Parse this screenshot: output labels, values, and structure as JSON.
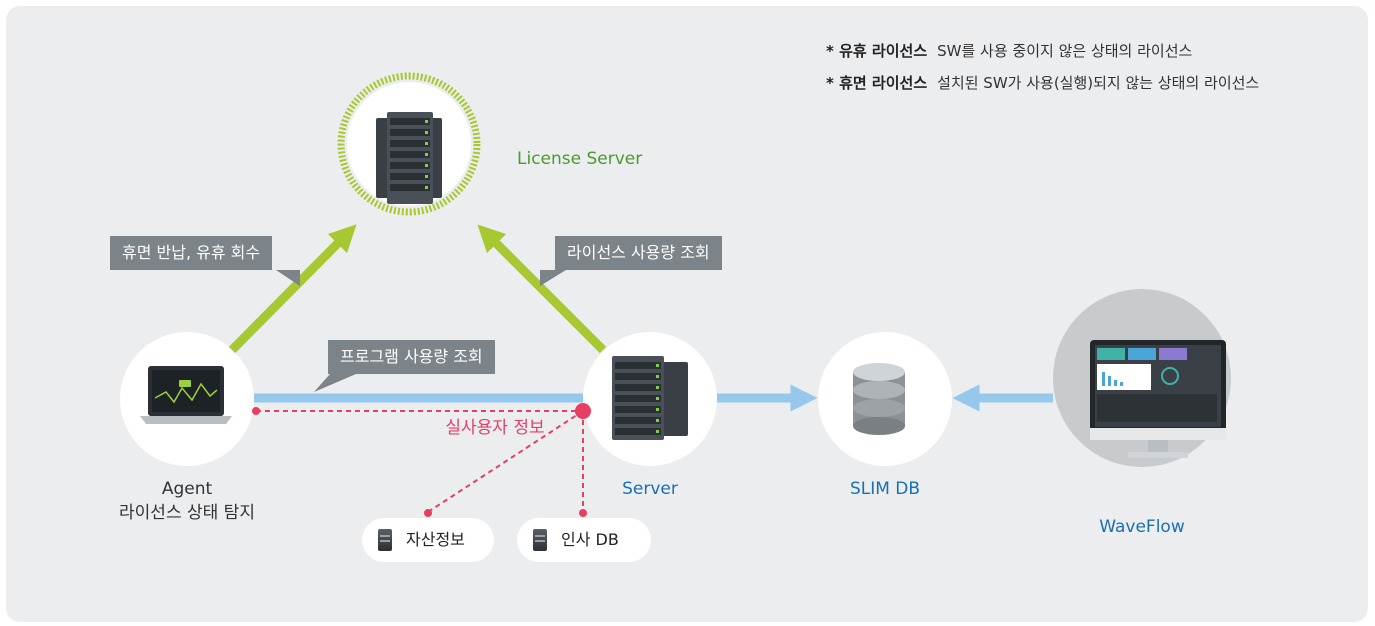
{
  "legend": [
    {
      "marker": "*",
      "term": "유휴 라이선스",
      "desc": "SW를 사용 중이지 않은 상태의 라이선스"
    },
    {
      "marker": "*",
      "term": "휴면 라이선스",
      "desc": "설치된 SW가 사용(실행)되지 않는 상태의 라이선스"
    }
  ],
  "nodes": {
    "license_server": "License Server",
    "agent": {
      "line1": "Agent",
      "line2": "라이선스 상태 탐지"
    },
    "server": "Server",
    "slim_db": "SLIM DB",
    "waveflow": "WaveFlow"
  },
  "flows": {
    "dormant_return": "휴면 반납, 유휴 회수",
    "license_usage": "라이선스 사용량 조회",
    "program_usage": "프로그램 사용량 조회",
    "real_user_info": "실사용자 정보"
  },
  "sources": {
    "asset_info": "자산정보",
    "hr_db": "인사 DB"
  },
  "colors": {
    "panel": "#ebedef",
    "arrow_green": "#a8c832",
    "arrow_blue": "#96c8ec",
    "dashed_red": "#e83e63",
    "tag_gray": "#7c8389",
    "label_blue": "#1a6fb5",
    "label_green": "#4b9a2d"
  }
}
